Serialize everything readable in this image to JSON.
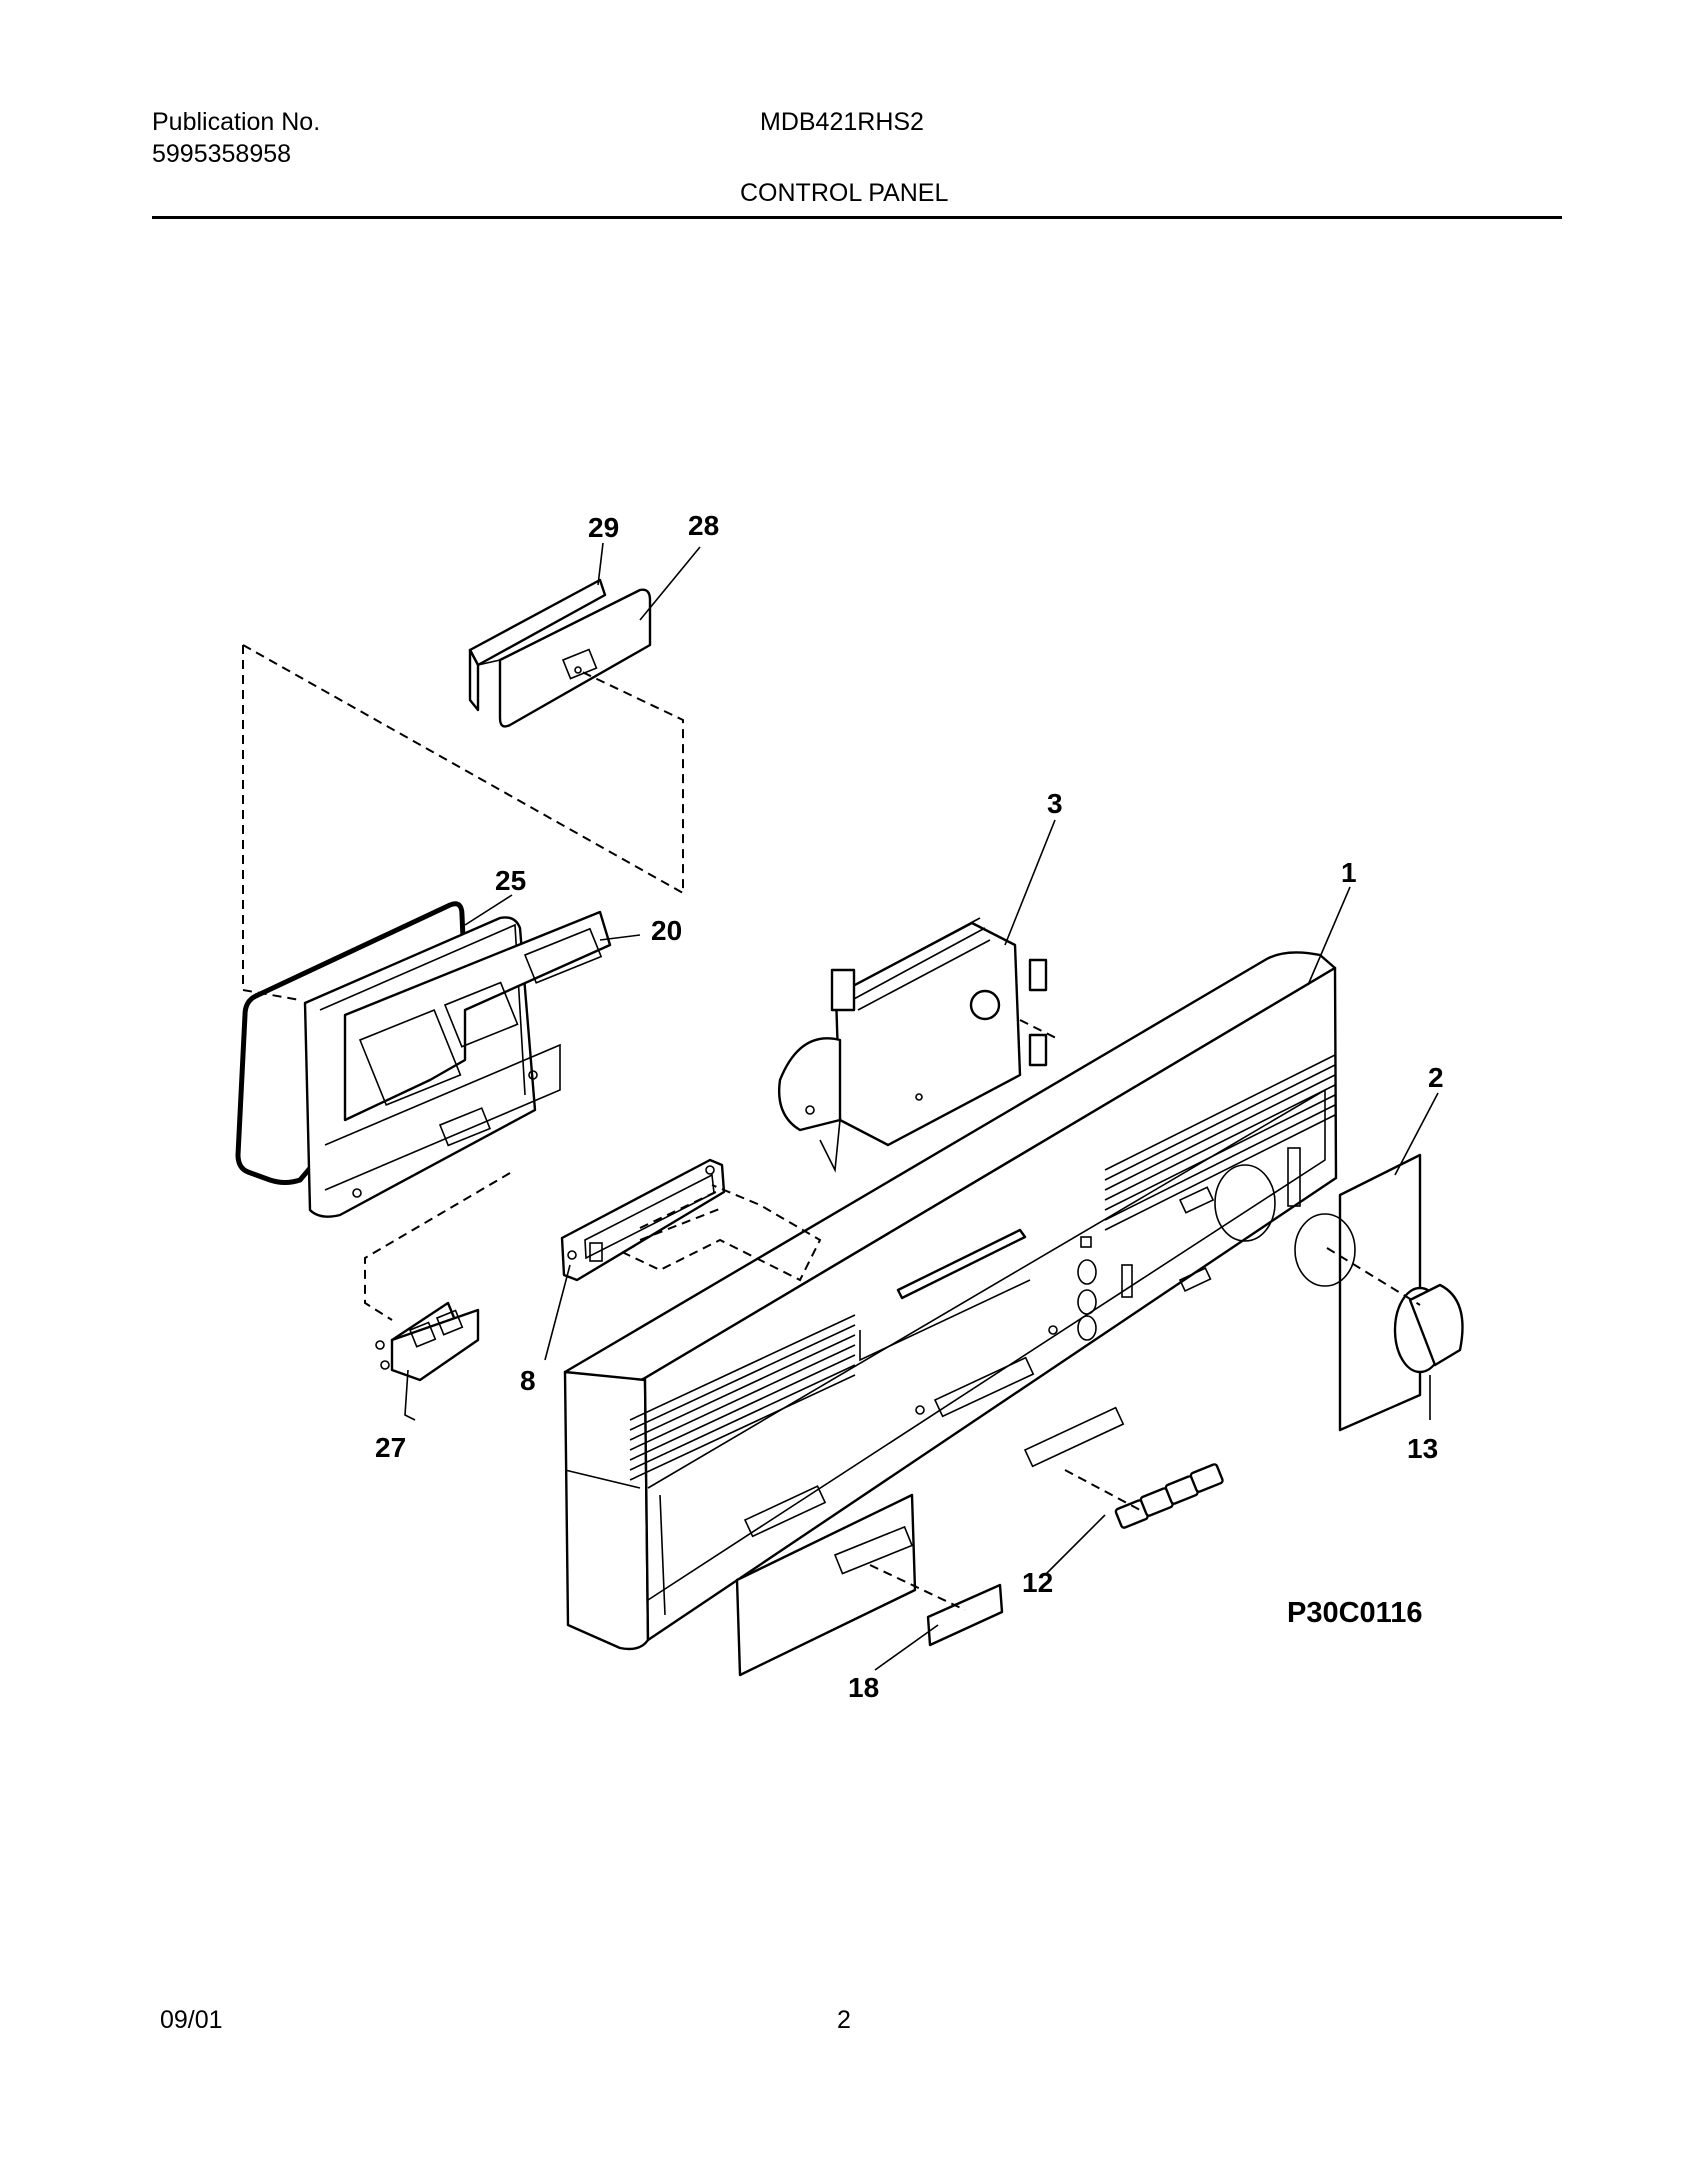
{
  "header": {
    "publication_label": "Publication No.",
    "publication_number": "5995358958",
    "model": "MDB421RHS2",
    "section_title": "CONTROL PANEL"
  },
  "footer": {
    "date": "09/01",
    "page_number": "2"
  },
  "diagram": {
    "reference_code": "P30C0116",
    "callouts": {
      "c1": "1",
      "c2": "2",
      "c3": "3",
      "c8": "8",
      "c12": "12",
      "c13": "13",
      "c18": "18",
      "c20": "20",
      "c25": "25",
      "c27": "27",
      "c28": "28",
      "c29": "29"
    }
  }
}
